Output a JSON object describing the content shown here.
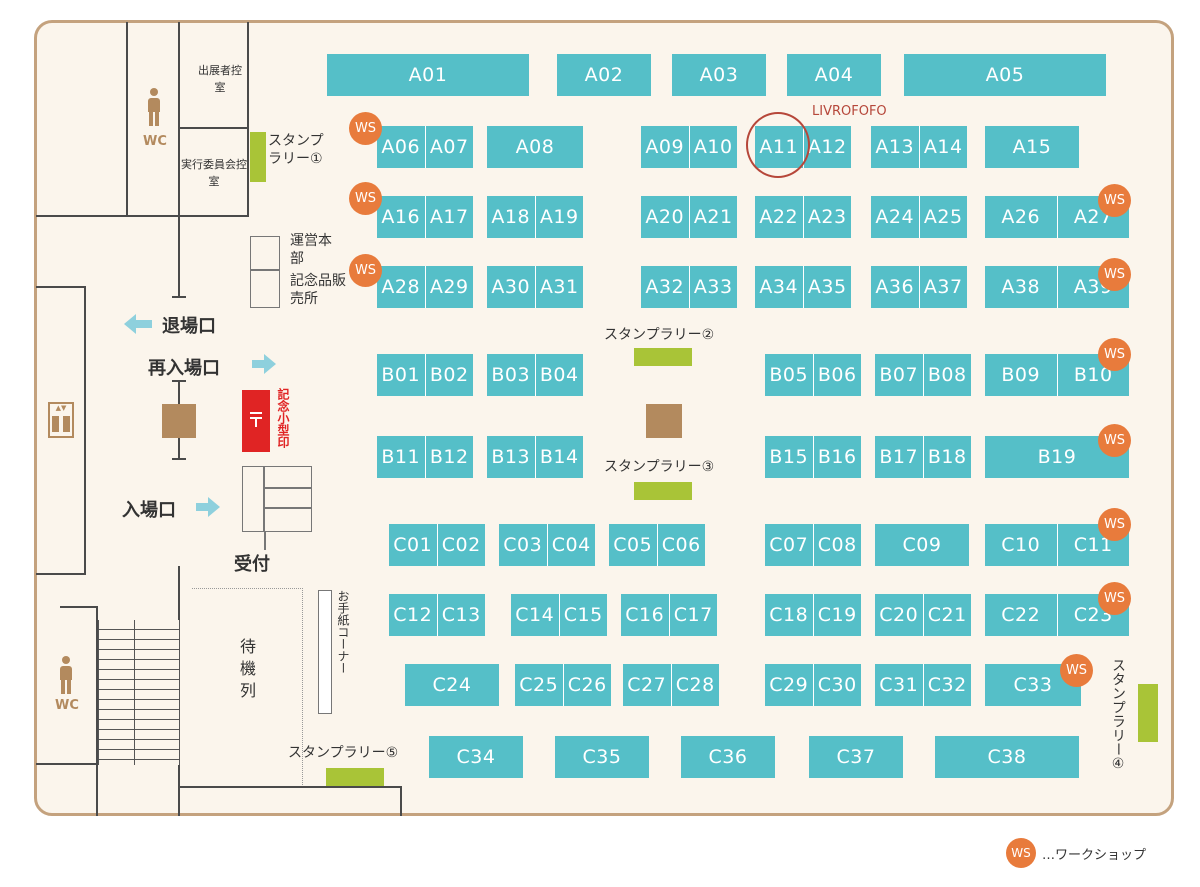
{
  "title": "",
  "highlight": {
    "label": "LIVROFOFO",
    "booth": "A11"
  },
  "facilities": {
    "exhibitor_room": "出展者控室",
    "committee_room": "実行委員会控室",
    "office": "運営本部",
    "souvenir": "記念品販売所",
    "exit": "退場口",
    "reentry": "再入場口",
    "entrance": "入場口",
    "reception": "受付",
    "postmark": "記念小型印",
    "letter_corner": "お手紙コーナー",
    "queue": "待機列",
    "wc_top": "WC",
    "wc_bottom": "WC",
    "stamp1": "スタンプラリー①",
    "stamp2": "スタンプラリー②",
    "stamp3": "スタンプラリー③",
    "stamp4": "スタンプラリー④",
    "stamp5": "スタンプラリー⑤"
  },
  "legend": {
    "badge": "WS",
    "text": "…ワークショップ"
  },
  "booths": [
    {
      "labels": [
        "A01"
      ]
    },
    {
      "labels": [
        "A02"
      ]
    },
    {
      "labels": [
        "A03"
      ]
    },
    {
      "labels": [
        "A04"
      ]
    },
    {
      "labels": [
        "A05"
      ]
    },
    {
      "labels": [
        "A06",
        "A07"
      ],
      "ws": true
    },
    {
      "labels": [
        "A08"
      ]
    },
    {
      "labels": [
        "A09",
        "A10"
      ]
    },
    {
      "labels": [
        "A11",
        "A12"
      ]
    },
    {
      "labels": [
        "A13",
        "A14"
      ]
    },
    {
      "labels": [
        "A15"
      ]
    },
    {
      "labels": [
        "A16",
        "A17"
      ],
      "ws": true
    },
    {
      "labels": [
        "A18",
        "A19"
      ]
    },
    {
      "labels": [
        "A20",
        "A21"
      ]
    },
    {
      "labels": [
        "A22",
        "A23"
      ]
    },
    {
      "labels": [
        "A24",
        "A25"
      ]
    },
    {
      "labels": [
        "A26",
        "A27"
      ],
      "ws": true
    },
    {
      "labels": [
        "A28",
        "A29"
      ],
      "ws": true
    },
    {
      "labels": [
        "A30",
        "A31"
      ]
    },
    {
      "labels": [
        "A32",
        "A33"
      ]
    },
    {
      "labels": [
        "A34",
        "A35"
      ]
    },
    {
      "labels": [
        "A36",
        "A37"
      ]
    },
    {
      "labels": [
        "A38",
        "A39"
      ],
      "ws": true
    },
    {
      "labels": [
        "B01",
        "B02"
      ]
    },
    {
      "labels": [
        "B03",
        "B04"
      ]
    },
    {
      "labels": [
        "B05",
        "B06"
      ]
    },
    {
      "labels": [
        "B07",
        "B08"
      ]
    },
    {
      "labels": [
        "B09",
        "B10"
      ],
      "ws": true
    },
    {
      "labels": [
        "B11",
        "B12"
      ]
    },
    {
      "labels": [
        "B13",
        "B14"
      ]
    },
    {
      "labels": [
        "B15",
        "B16"
      ]
    },
    {
      "labels": [
        "B17",
        "B18"
      ]
    },
    {
      "labels": [
        "B19"
      ],
      "ws": true
    },
    {
      "labels": [
        "C01",
        "C02"
      ]
    },
    {
      "labels": [
        "C03",
        "C04"
      ]
    },
    {
      "labels": [
        "C05",
        "C06"
      ]
    },
    {
      "labels": [
        "C07",
        "C08"
      ]
    },
    {
      "labels": [
        "C09"
      ]
    },
    {
      "labels": [
        "C10",
        "C11"
      ],
      "ws": true
    },
    {
      "labels": [
        "C12",
        "C13"
      ]
    },
    {
      "labels": [
        "C14",
        "C15"
      ]
    },
    {
      "labels": [
        "C16",
        "C17"
      ]
    },
    {
      "labels": [
        "C18",
        "C19"
      ]
    },
    {
      "labels": [
        "C20",
        "C21"
      ]
    },
    {
      "labels": [
        "C22",
        "C23"
      ],
      "ws": true
    },
    {
      "labels": [
        "C24"
      ]
    },
    {
      "labels": [
        "C25",
        "C26"
      ]
    },
    {
      "labels": [
        "C27",
        "C28"
      ]
    },
    {
      "labels": [
        "C29",
        "C30"
      ]
    },
    {
      "labels": [
        "C31",
        "C32"
      ]
    },
    {
      "labels": [
        "C33"
      ],
      "ws": true
    },
    {
      "labels": [
        "C34"
      ]
    },
    {
      "labels": [
        "C35"
      ]
    },
    {
      "labels": [
        "C36"
      ]
    },
    {
      "labels": [
        "C37"
      ]
    },
    {
      "labels": [
        "C38"
      ]
    }
  ]
}
